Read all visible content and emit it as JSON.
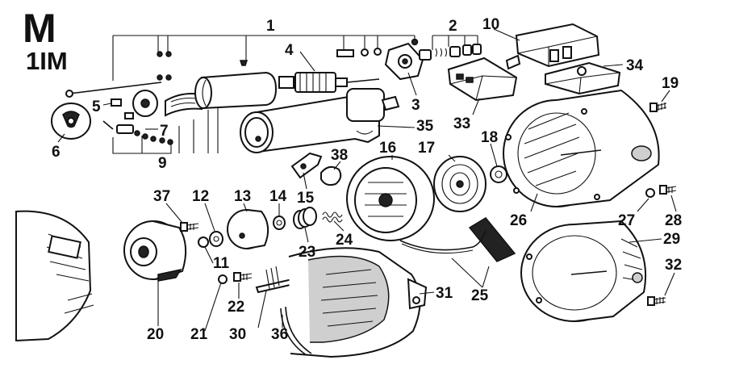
{
  "header": {
    "letter": "M",
    "code": "1IM"
  },
  "part_labels": [
    "1",
    "2",
    "3",
    "4",
    "5",
    "6",
    "7",
    "9",
    "10",
    "11",
    "12",
    "13",
    "14",
    "15",
    "16",
    "17",
    "18",
    "19",
    "20",
    "21",
    "22",
    "23",
    "24",
    "25",
    "26",
    "27",
    "28",
    "29",
    "30",
    "31",
    "32",
    "33",
    "34",
    "35",
    "36",
    "37",
    "38"
  ]
}
